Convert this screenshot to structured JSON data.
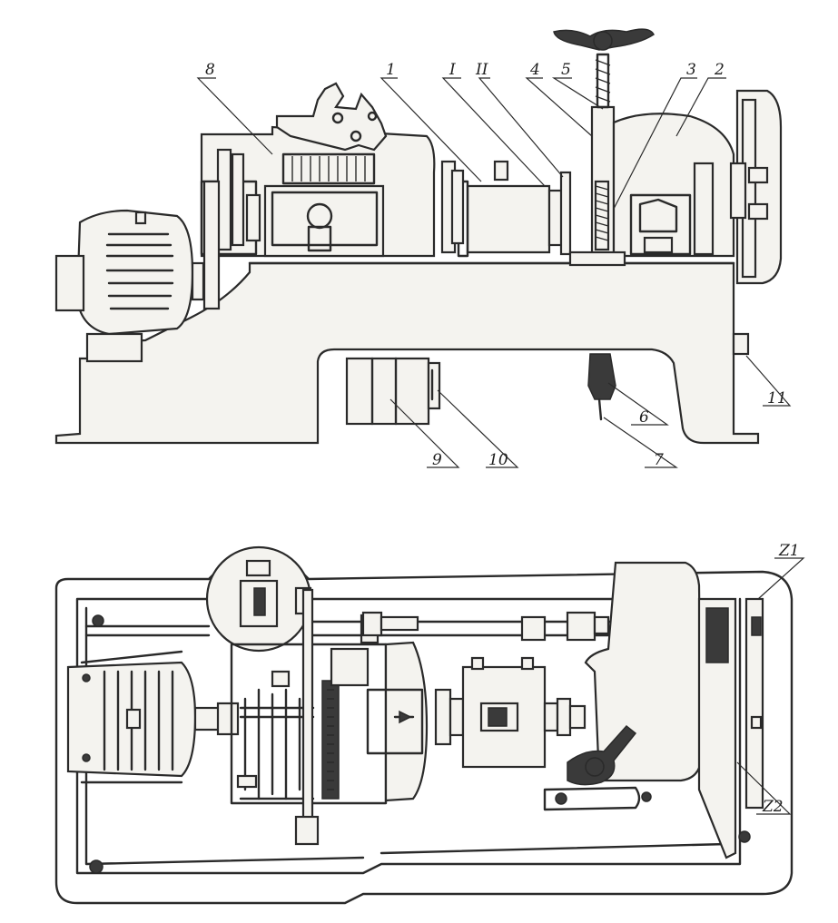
{
  "labels": {
    "l1": "1",
    "l2": "2",
    "l3": "3",
    "l4": "4",
    "l5": "5",
    "l6": "6",
    "l7": "7",
    "l8": "8",
    "l9": "9",
    "l10": "10",
    "l11": "11",
    "lI": "I",
    "lII": "II",
    "z1": "Z1",
    "z2": "Z2"
  },
  "colors": {
    "ink": "#2a2a2a",
    "paper": "#ffffff",
    "shade": "#3a3a3a"
  }
}
